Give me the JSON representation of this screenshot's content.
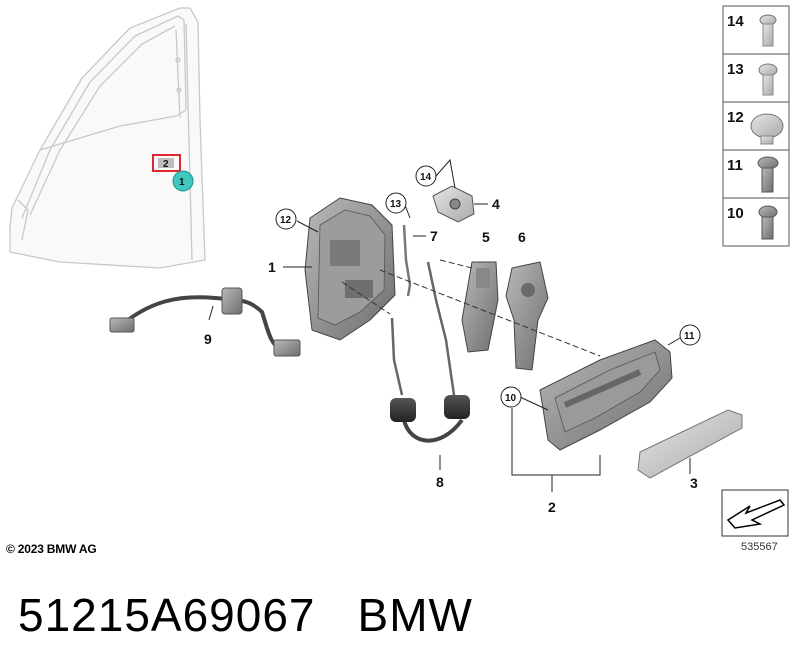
{
  "callouts": {
    "p1": "1",
    "p2": "2",
    "p3": "3",
    "p4": "4",
    "p5": "5",
    "p6": "6",
    "p7": "7",
    "p8": "8",
    "p9": "9",
    "c10": "10",
    "c11": "11",
    "c12": "12",
    "c13": "13",
    "c14": "14",
    "door_small": "2",
    "door_circle": "1"
  },
  "side_panel": [
    "14",
    "13",
    "12",
    "11",
    "10"
  ],
  "copyright": "© 2023 BMW AG",
  "diagram_number": "535567",
  "part_number": "51215A69067",
  "brand": "BMW",
  "colors": {
    "highlight_red": "#e0262e",
    "highlight_teal": "#3fc7c0",
    "part_gray": "#8a8a8a"
  }
}
